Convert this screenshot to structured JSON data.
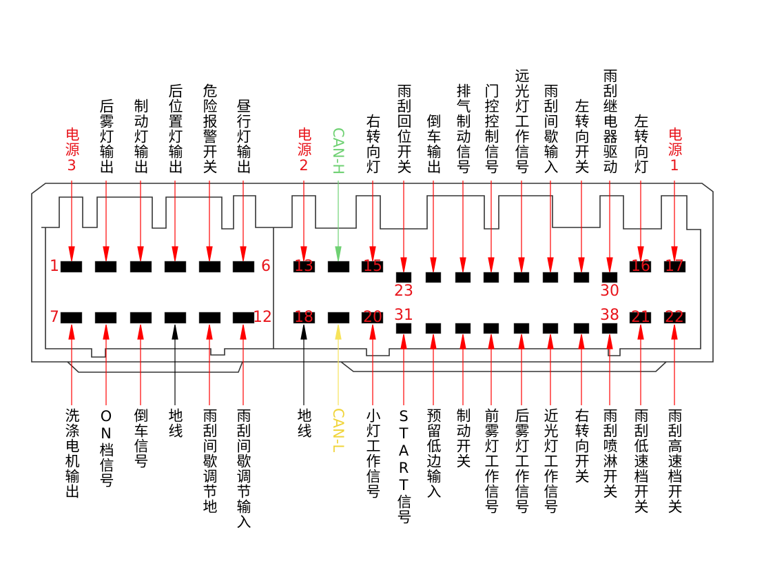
{
  "title": "Connector pinout diagram",
  "colors": {
    "power": "#e8141b",
    "signal_arrow": "#ff0000",
    "ground_arrow": "#000000",
    "can_h": "#6fd173",
    "can_l": "#f7e35a",
    "outline": "#333333",
    "pin_fill": "#000000"
  },
  "top_labels": [
    {
      "pin": "3p-1",
      "text": "电源3",
      "color": "red"
    },
    {
      "pin": "3p-2",
      "text": "后雾灯输出",
      "color": "black"
    },
    {
      "pin": "3p-3",
      "text": "制动灯输出",
      "color": "black"
    },
    {
      "pin": "3p-4",
      "text": "后位置灯输出",
      "color": "black"
    },
    {
      "pin": "3p-5",
      "text": "危险报警开关",
      "color": "black"
    },
    {
      "pin": "3p-6",
      "text": "昼行灯输出",
      "color": "black"
    },
    {
      "pin": "13",
      "text": "电源2",
      "color": "red"
    },
    {
      "pin": "14",
      "text": "CAN-H",
      "color": "green"
    },
    {
      "pin": "15",
      "text": "右转向灯",
      "color": "black"
    },
    {
      "pin": "23",
      "text": "雨刮回位开关",
      "color": "black"
    },
    {
      "pin": "24",
      "text": "倒车输出",
      "color": "black"
    },
    {
      "pin": "25",
      "text": "排气制动信号",
      "color": "black"
    },
    {
      "pin": "26",
      "text": "门控控制信号",
      "color": "black"
    },
    {
      "pin": "27",
      "text": "远光灯工作信号",
      "color": "black"
    },
    {
      "pin": "28",
      "text": "雨刮间歇输入",
      "color": "black"
    },
    {
      "pin": "29",
      "text": "左转向开关",
      "color": "black"
    },
    {
      "pin": "30",
      "text": "雨刮继电器驱动",
      "color": "black"
    },
    {
      "pin": "16",
      "text": "左转向灯",
      "color": "black"
    },
    {
      "pin": "17",
      "text": "电源1",
      "color": "red"
    }
  ],
  "bottom_labels": [
    {
      "pin": "7",
      "text": "洗涤电机输出",
      "color": "black"
    },
    {
      "pin": "8",
      "text": "ON档信号",
      "color": "black"
    },
    {
      "pin": "9",
      "text": "倒车信号",
      "color": "black"
    },
    {
      "pin": "10",
      "text": "地线",
      "color": "black"
    },
    {
      "pin": "11",
      "text": "雨刮间歇调节地",
      "color": "black"
    },
    {
      "pin": "12",
      "text": "雨刮间歇调节输入",
      "color": "black"
    },
    {
      "pin": "18",
      "text": "地线",
      "color": "black"
    },
    {
      "pin": "19",
      "text": "CAN-L",
      "color": "yellow"
    },
    {
      "pin": "20",
      "text": "小灯工作信号",
      "color": "black"
    },
    {
      "pin": "31",
      "text": "START信号",
      "color": "black"
    },
    {
      "pin": "32",
      "text": "预留低边输入",
      "color": "black"
    },
    {
      "pin": "33",
      "text": "制动开关",
      "color": "black"
    },
    {
      "pin": "34",
      "text": "前雾灯工作信号",
      "color": "black"
    },
    {
      "pin": "35",
      "text": "后雾灯工作信号",
      "color": "black"
    },
    {
      "pin": "36",
      "text": "近光灯工作信号",
      "color": "black"
    },
    {
      "pin": "37",
      "text": "右转向开关",
      "color": "black"
    },
    {
      "pin": "38",
      "text": "雨刮喷淋开关",
      "color": "black"
    },
    {
      "pin": "21",
      "text": "雨刮低速档开关",
      "color": "black"
    },
    {
      "pin": "22",
      "text": "雨刮高速档开关",
      "color": "black"
    }
  ],
  "pin_numbers": {
    "n1": "1",
    "n6": "6",
    "n7": "7",
    "n12": "12",
    "n13": "13",
    "n15": "15",
    "n16": "16",
    "n17": "17",
    "n18": "18",
    "n20": "20",
    "n21": "21",
    "n22": "22",
    "n23": "23",
    "n30": "30",
    "n31": "31",
    "n38": "38"
  }
}
